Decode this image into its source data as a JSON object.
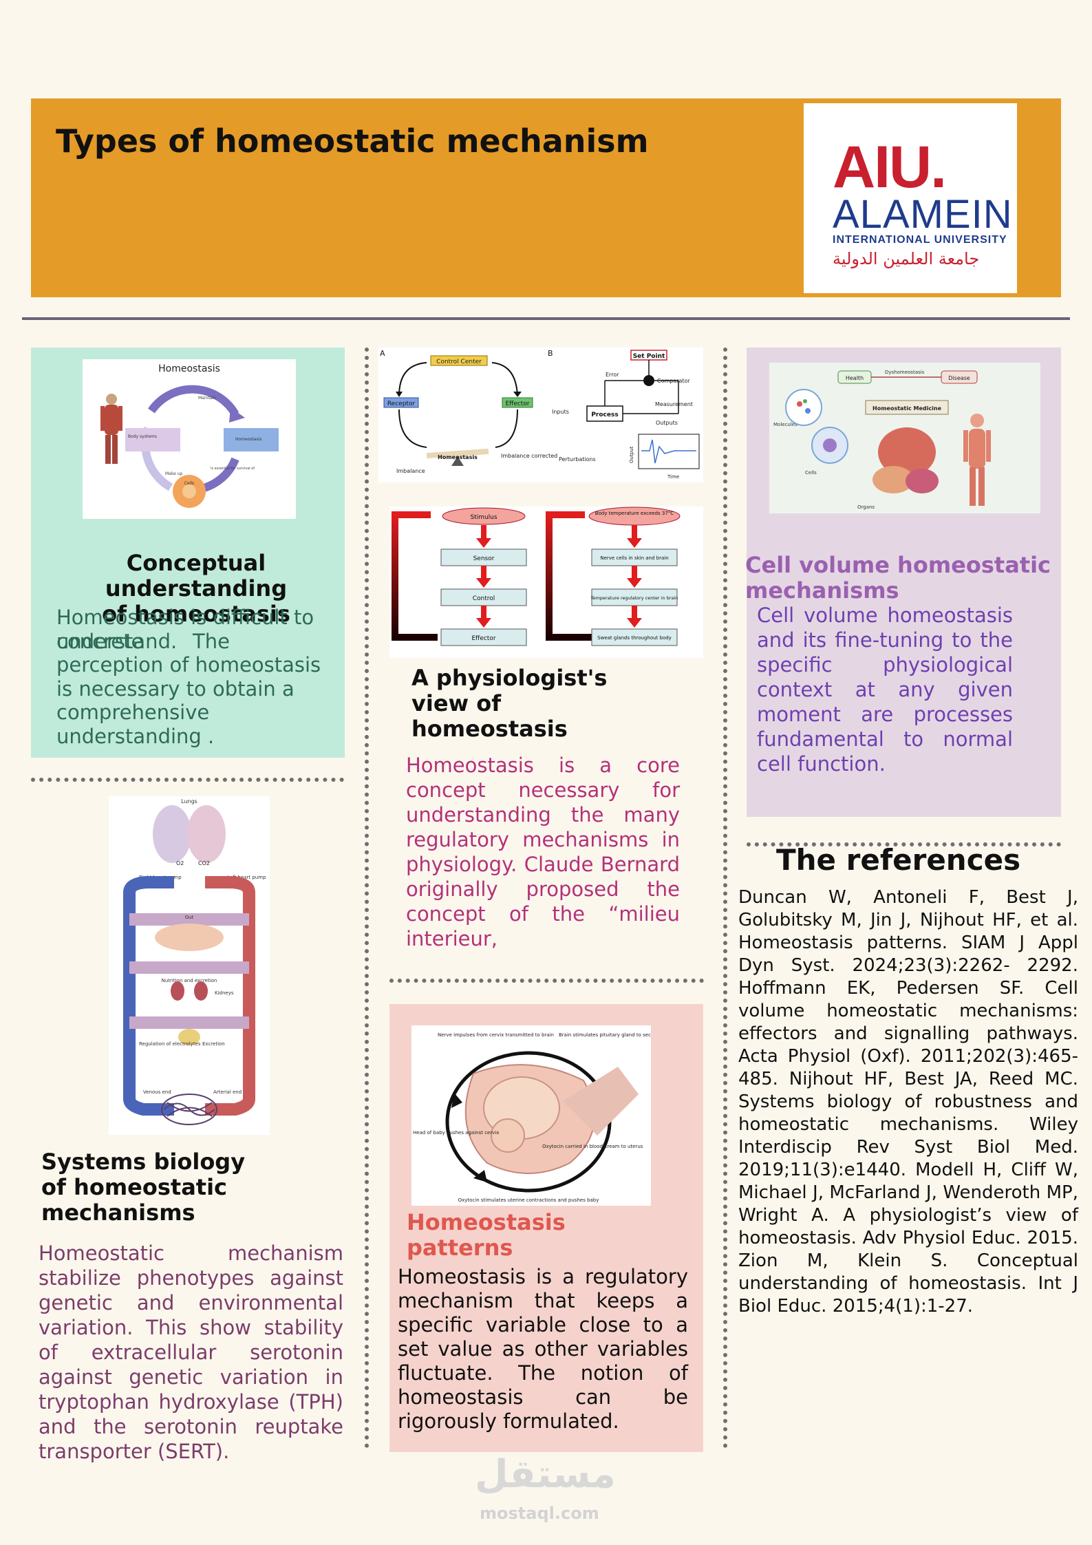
{
  "header": {
    "title": "Types of homeostatic mechanism",
    "logo": {
      "abbr": "AIU.",
      "name": "ALAMEIN",
      "subtitle": "INTERNATIONAL UNIVERSITY",
      "arabic": "جامعة العلمين الدولية"
    }
  },
  "sections": {
    "conceptual": {
      "figure_title": "Homeostasis",
      "figure_labels": [
        "Maintain",
        "Body systems",
        "Homeostasis",
        "Make up",
        "Is essential for survival of",
        "Cells"
      ],
      "heading_line1": "Conceptual understanding",
      "heading_line2": "of homeostasis",
      "text_line1": "Homeostasis is difficult to",
      "text_line2a": "understand.",
      "text_line2_overlap": "concrete",
      "text_line2b": "The",
      "text_line3": "perception of homeostasis",
      "text_line4": "is necessary to obtain a",
      "text_line5": "comprehensive",
      "text_line6": "understanding ."
    },
    "physiologist": {
      "fig_a": {
        "panel": "A",
        "control_center": "Control Center",
        "receptor": "Receptor",
        "effector": "Effector",
        "homeostasis": "Homeostasis",
        "imbalance": "Imbalance",
        "imbalance_corrected": "Imbalance corrected"
      },
      "fig_b": {
        "panel": "B",
        "set_point": "Set Point",
        "error": "Error",
        "comparator": "Comparator",
        "measurement": "Measurement",
        "inputs": "Inputs",
        "process": "Process",
        "outputs": "Outputs",
        "perturbations": "Perturbations",
        "output": "Output",
        "time": "Time"
      },
      "flow_left": [
        "Stimulus",
        "Sensor",
        "Control",
        "Effector"
      ],
      "flow_right": [
        "Body temperature exceeds 37°C",
        "Nerve cells in skin and brain",
        "Temperature regulatory center in brain",
        "Sweat glands throughout body"
      ],
      "heading_line1": "A physiologist's",
      "heading_line2": "view of",
      "heading_line3": "homeostasis",
      "text": "Homeostasis is a core concept necessary for understanding the many regulatory mechanisms in physiology. Claude Bernard originally proposed the concept of the “milieu interieur,"
    },
    "cell_volume": {
      "figure_labels": [
        "Health",
        "Dyshomeostasis",
        "Disease",
        "Homeostatic Medicine",
        "Molecules",
        "Cells",
        "Organs"
      ],
      "heading_line1": "Cell volume homeostatic",
      "heading_line2": "mechanisms",
      "text": "Cell volume homeostasis and its fine-tuning to the specific physiological context at any given moment are processes fundamental to normal cell function."
    },
    "systems": {
      "figure_labels": [
        "Lungs",
        "O2",
        "CO2",
        "Right heart pump",
        "Left heart pump",
        "Gut",
        "Nutrition and excretion",
        "Kidneys",
        "Regulation of electrolytes",
        "Excretion",
        "Venous end",
        "Arterial end"
      ],
      "heading_line1": "Systems biology",
      "heading_line2": "of homeostatic",
      "heading_line3": "mechanisms",
      "text": "Homeostatic mechanism stabilize phenotypes against genetic and environmental variation. This show stability of extracellular serotonin against genetic variation in tryptophan hydroxylase (TPH) and the serotonin reuptake transporter (SERT)."
    },
    "patterns": {
      "figure_labels": {
        "nerve": "Nerve impulses from cervix transmitted to brain",
        "brain": "Brain stimulates pituitary gland to secrete oxytocin",
        "head": "Head of baby pushes against cervix",
        "oxytocin": "Oxytocin carried in bloodstream to uterus",
        "contract": "Oxytocin stimulates uterine contractions and pushes baby"
      },
      "heading_line1": "Homeostasis",
      "heading_line2": "patterns",
      "text": "Homeostasis is a regulatory mechanism that keeps a specific variable close to a set value as other variables fluctuate. The notion of homeostasis can be rigorously formulated."
    },
    "references": {
      "heading": "The references",
      "text": "Duncan W, Antoneli F, Best J, Golubitsky M, Jin J, Nijhout HF, et al. Homeostasis patterns. SIAM J Appl Dyn Syst. 2024;23(3):2262- 2292. Hoffmann EK, Pedersen SF. Cell volume homeostatic mechanisms: effectors and signalling pathways. Acta Physiol (Oxf). 2011;202(3):465-485. Nijhout HF, Best JA, Reed MC. Systems biology of robustness and homeostatic mechanisms. Wiley Interdiscip Rev Syst Biol Med. 2019;11(3):e1440. Modell H, Cliff W, Michael J, McFarland J, Wenderoth MP, Wright A. A physiologist’s view of homeostasis. Adv Physiol Educ. 2015. Zion M, Klein S. Conceptual understanding of homeostasis. Int J Biol Educ. 2015;4(1):1-27."
    }
  },
  "watermark": {
    "arabic": "مستقل",
    "site": "mostaql.com"
  },
  "colors": {
    "header_bg": "#e59b27",
    "green_panel": "#c0ebdb",
    "purple_panel": "#e4d7e3",
    "pink_panel": "#f5d3cc",
    "green_text": "#2e6a57",
    "magenta_text": "#b4307a",
    "purple_text": "#9a60b0",
    "mauve_text": "#7c3c6c",
    "coral_heading": "#e0574f"
  }
}
